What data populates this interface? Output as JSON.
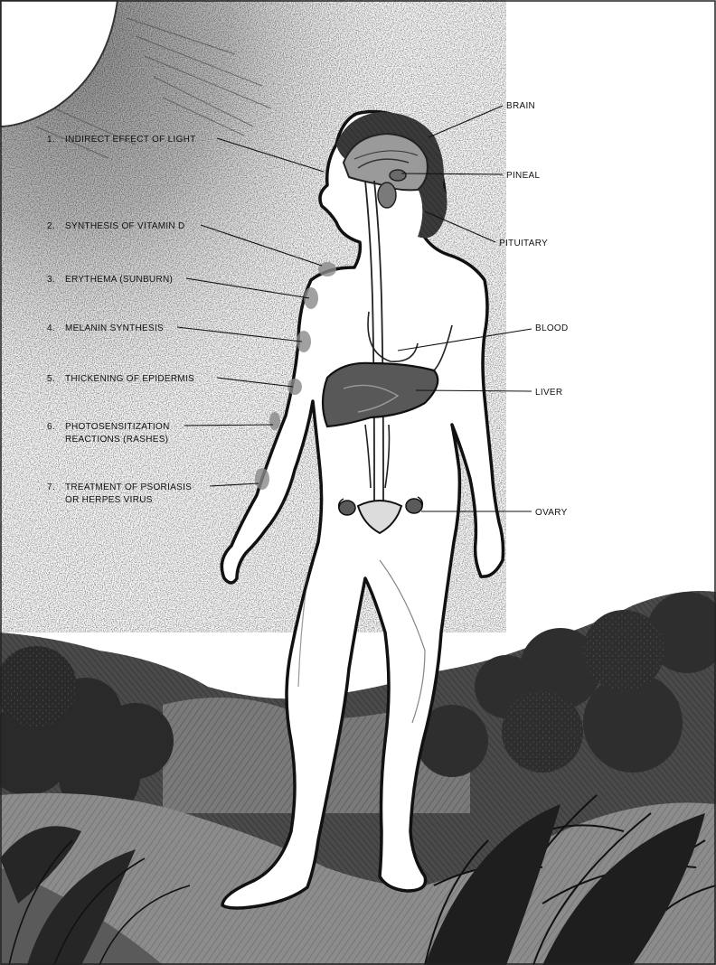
{
  "effects": [
    {
      "number": "1.",
      "text": "INDIRECT EFFECT OF LIGHT"
    },
    {
      "number": "2.",
      "text": "SYNTHESIS OF VITAMIN D"
    },
    {
      "number": "3.",
      "text": "ERYTHEMA (SUNBURN)"
    },
    {
      "number": "4.",
      "text": "MELANIN SYNTHESIS"
    },
    {
      "number": "5.",
      "text": "THICKENING OF EPIDERMIS"
    },
    {
      "number": "6.",
      "text": "PHOTOSENSITIZATION",
      "text2": "REACTIONS (RASHES)"
    },
    {
      "number": "7.",
      "text": "TREATMENT OF PSORIASIS",
      "text2": "OR HERPES VIRUS"
    }
  ],
  "organs": {
    "brain": "BRAIN",
    "pineal": "PINEAL",
    "pituitary": "PITUITARY",
    "blood": "BLOOD",
    "liver": "LIVER",
    "ovary": "OVARY"
  },
  "colors": {
    "ink": "#111111",
    "organ_dark": "#555555",
    "organ_mid": "#8a8a8a",
    "hill_dark": "#2c2c2c",
    "hill_mid": "#6e6e6e",
    "ground": "#9a9a9a",
    "sky_stipple": "#b8b8b8"
  }
}
